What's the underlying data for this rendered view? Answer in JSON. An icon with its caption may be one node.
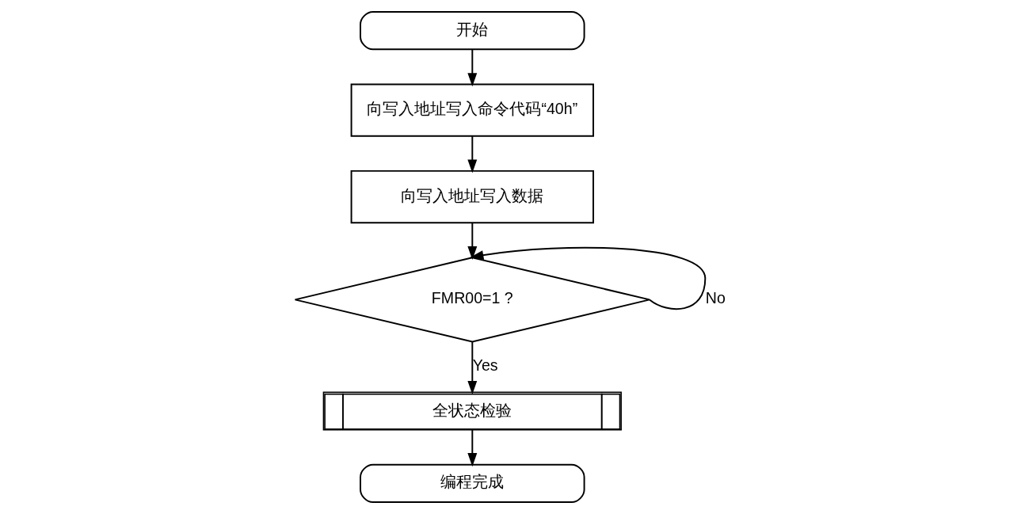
{
  "diagram": {
    "nodes": [
      {
        "text": [
          "开始"
        ]
      },
      {
        "text": [
          "向写入地址写入命令代码“40h”"
        ]
      },
      {
        "text": [
          "向写入地址写入数据"
        ]
      },
      {
        "text": [
          "FMR00=1 ?"
        ]
      },
      {
        "text": [
          "全状态检验"
        ]
      },
      {
        "text": [
          "编程完成"
        ]
      }
    ],
    "edges": [
      {
        "from": 0,
        "to": 1,
        "arrow": "to"
      },
      {
        "from": 1,
        "to": 2,
        "arrow": "to"
      },
      {
        "from": 2,
        "to": 3,
        "arrow": "to"
      },
      {
        "from": 3,
        "to": 3,
        "arrow": "to",
        "label": "No"
      },
      {
        "from": 3,
        "to": 4,
        "arrow": "to",
        "label": "Yes"
      },
      {
        "from": 4,
        "to": 5,
        "arrow": "to"
      }
    ]
  }
}
